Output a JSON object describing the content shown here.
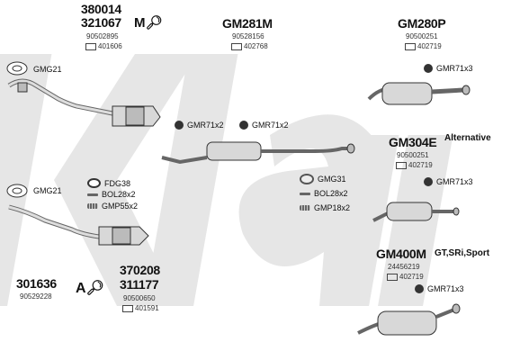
{
  "watermark": "Klarius",
  "top_left": {
    "code1": "380014",
    "code2": "321067",
    "oe_number": "90502895",
    "ref_number": "401606",
    "fitting_icon": "fitting-kit-icon"
  },
  "header_parts": [
    {
      "code": "GM281M",
      "oe_number": "90528156",
      "ref_number": "402768"
    },
    {
      "code": "GM280P",
      "oe_number": "90500251",
      "ref_number": "402719"
    }
  ],
  "gm304e": {
    "code": "GM304E",
    "alt_label": "Alternative",
    "oe_number": "90500251",
    "ref_number": "402719"
  },
  "gm400m": {
    "code": "GM400M",
    "variant_label": "GT,SRi,Sport",
    "oe_number": "24456219",
    "ref_number": "402719"
  },
  "bottom_left": {
    "code": "301636",
    "oe_number": "90529228",
    "fitting_icon": "assembly-kit-icon"
  },
  "bottom_center": {
    "code1": "370208",
    "code2": "311177",
    "oe_number": "90500650",
    "ref_number": "401591"
  },
  "small_parts": {
    "gmg21_top": "GMG21",
    "gmg21_mid": "GMG21",
    "gmr_mid_1": "GMR71x2",
    "gmr_mid_2": "GMR71x2",
    "gmr_right_top": "GMR71x3",
    "gmr_right_mid": "GMR71x3",
    "gmr_right_bot": "GMR71x3",
    "fdg38": "FDG38",
    "bol_left": "BOL28x2",
    "gmp_left": "GMP55x2",
    "gmg31": "GMG31",
    "bol_right": "BOL28x2",
    "gmp_right": "GMP18x2"
  },
  "colors": {
    "watermark": "#e6e6e6",
    "part_fill": "#d8d8d8",
    "part_stroke": "#333333"
  }
}
